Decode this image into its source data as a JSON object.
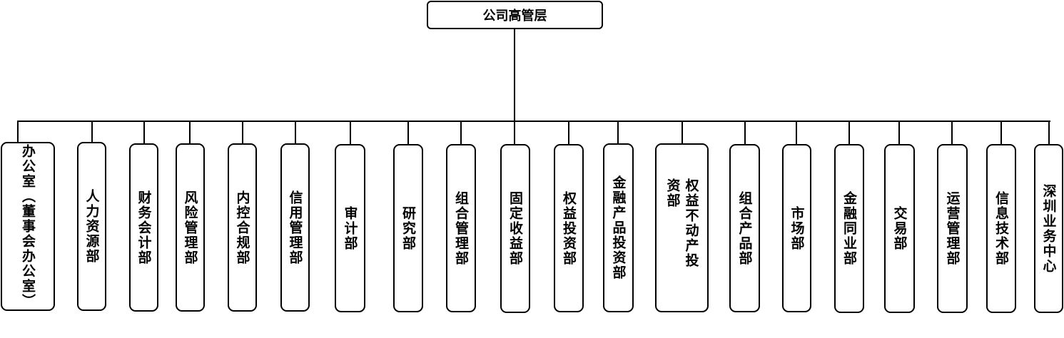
{
  "root": {
    "label": "公司高管层"
  },
  "departments": [
    {
      "label": "办公室（董事会办公室）"
    },
    {
      "label": "人力资源部"
    },
    {
      "label": "财务会计部"
    },
    {
      "label": "风险管理部"
    },
    {
      "label": "内控合规部"
    },
    {
      "label": "信用管理部"
    },
    {
      "label": "审计部"
    },
    {
      "label": "研究部"
    },
    {
      "label": "组合管理部"
    },
    {
      "label": "固定收益部"
    },
    {
      "label": "权益投资部"
    },
    {
      "label": "金融产品投资部"
    },
    {
      "label": "权益不动产投资部"
    },
    {
      "label": "组合产品部"
    },
    {
      "label": "市场部"
    },
    {
      "label": "金融同业部"
    },
    {
      "label": "交易部"
    },
    {
      "label": "运营管理部"
    },
    {
      "label": "信息技术部"
    },
    {
      "label": "深圳业务中心"
    }
  ]
}
